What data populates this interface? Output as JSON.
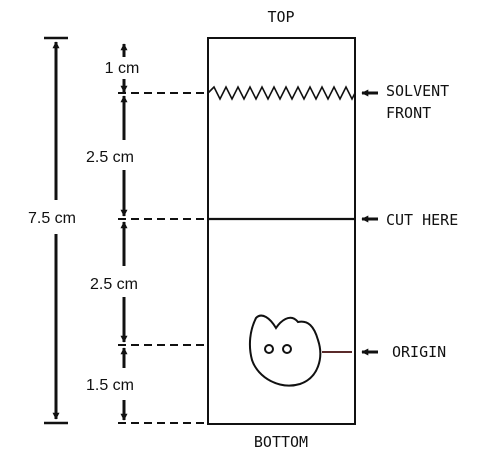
{
  "diagram": {
    "top_label": "TOP",
    "bottom_label": "BOTTOM",
    "total_length": "7.5 cm",
    "segments": [
      {
        "label": "1 cm"
      },
      {
        "label": "2.5 cm"
      },
      {
        "label": "2.5 cm"
      },
      {
        "label": "1.5 cm"
      }
    ],
    "annotations": {
      "solvent_front_line1": "SOLVENT",
      "solvent_front_line2": "FRONT",
      "cut_here": "CUT HERE",
      "origin": "ORIGIN"
    }
  },
  "colors": {
    "line": "#111111",
    "origin_line": "#5a2a2a"
  }
}
